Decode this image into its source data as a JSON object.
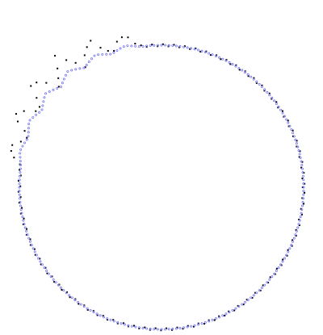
{
  "figure": {
    "type": "dotted-contour-diagram",
    "background": "#ffffff",
    "grid": false,
    "axes": false,
    "series": [
      {
        "role": "outer-jagged-contour",
        "color": "#000000",
        "marker": "small-square-dots",
        "zigzag_peaks_along_upper_left_arc": 6,
        "direction": "outward"
      },
      {
        "role": "inner-smooth-contour",
        "color": "#6a6af0",
        "marker": "small-hollow-dots",
        "zigzag_peaks_along_upper_left_arc": 6,
        "direction": "slight"
      }
    ]
  }
}
